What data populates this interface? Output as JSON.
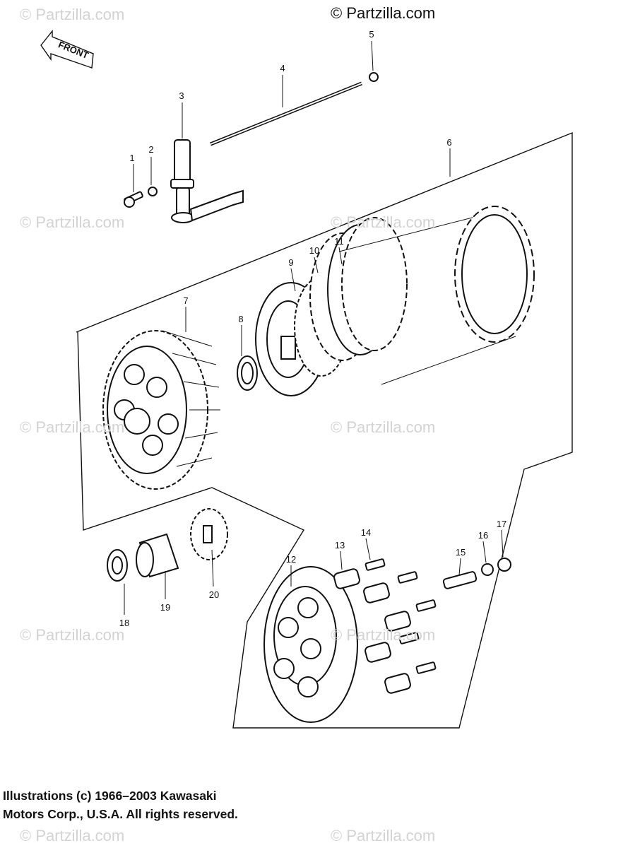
{
  "copyright": "© Partzilla.com",
  "watermark": "© Partzilla.com",
  "front_label": "FRONT",
  "footer": {
    "line1": "Illustrations (c) 1966–2003 Kawasaki",
    "line2": "Motors Corp., U.S.A.  All rights reserved."
  },
  "callouts": [
    "1",
    "2",
    "3",
    "4",
    "5",
    "6",
    "7",
    "8",
    "9",
    "10",
    "11",
    "12",
    "13",
    "14",
    "15",
    "16",
    "17",
    "18",
    "19",
    "20"
  ]
}
